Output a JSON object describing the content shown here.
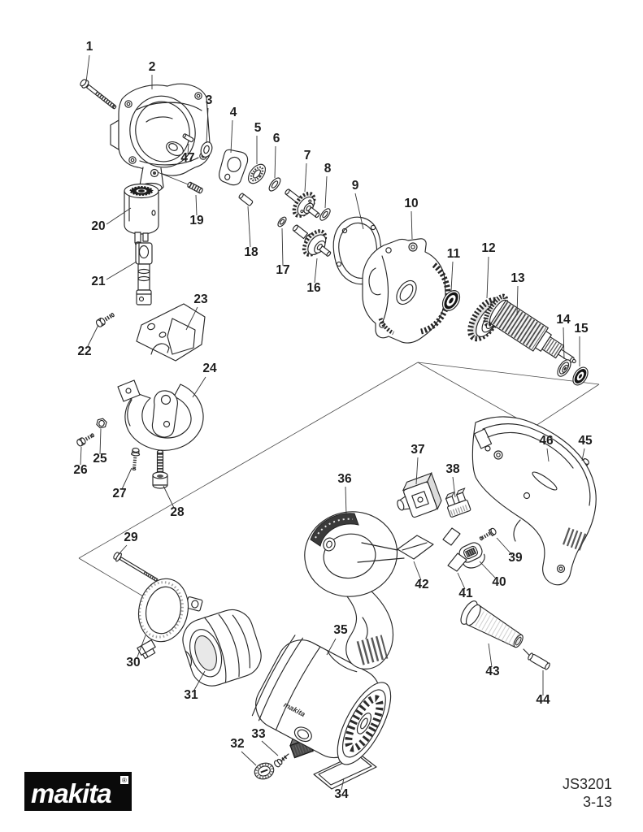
{
  "callouts": [
    {
      "label": "1"
    },
    {
      "label": "2"
    },
    {
      "label": "3"
    },
    {
      "label": "4"
    },
    {
      "label": "5"
    },
    {
      "label": "6"
    },
    {
      "label": "7"
    },
    {
      "label": "8"
    },
    {
      "label": "9"
    },
    {
      "label": "10"
    },
    {
      "label": "11"
    },
    {
      "label": "12"
    },
    {
      "label": "13"
    },
    {
      "label": "14"
    },
    {
      "label": "15"
    },
    {
      "label": "16"
    },
    {
      "label": "17"
    },
    {
      "label": "18"
    },
    {
      "label": "19"
    },
    {
      "label": "20"
    },
    {
      "label": "21"
    },
    {
      "label": "22"
    },
    {
      "label": "23"
    },
    {
      "label": "24"
    },
    {
      "label": "25"
    },
    {
      "label": "26"
    },
    {
      "label": "27"
    },
    {
      "label": "28"
    },
    {
      "label": "29"
    },
    {
      "label": "30"
    },
    {
      "label": "31"
    },
    {
      "label": "32"
    },
    {
      "label": "33"
    },
    {
      "label": "34"
    },
    {
      "label": "35"
    },
    {
      "label": "36"
    },
    {
      "label": "37"
    },
    {
      "label": "38"
    },
    {
      "label": "39"
    },
    {
      "label": "40"
    },
    {
      "label": "41"
    },
    {
      "label": "42"
    },
    {
      "label": "43"
    },
    {
      "label": "44"
    },
    {
      "label": "45"
    },
    {
      "label": "46"
    },
    {
      "label": "47"
    }
  ],
  "drawing_texts": {
    "motor_brand": "makita"
  },
  "footer": {
    "brand": "makita",
    "registered_mark": "®",
    "model": "JS3201",
    "page": "3-13"
  },
  "colors": {
    "ink": "#262626",
    "logo_bg": "#0a0a0a",
    "paper": "#ffffff"
  }
}
